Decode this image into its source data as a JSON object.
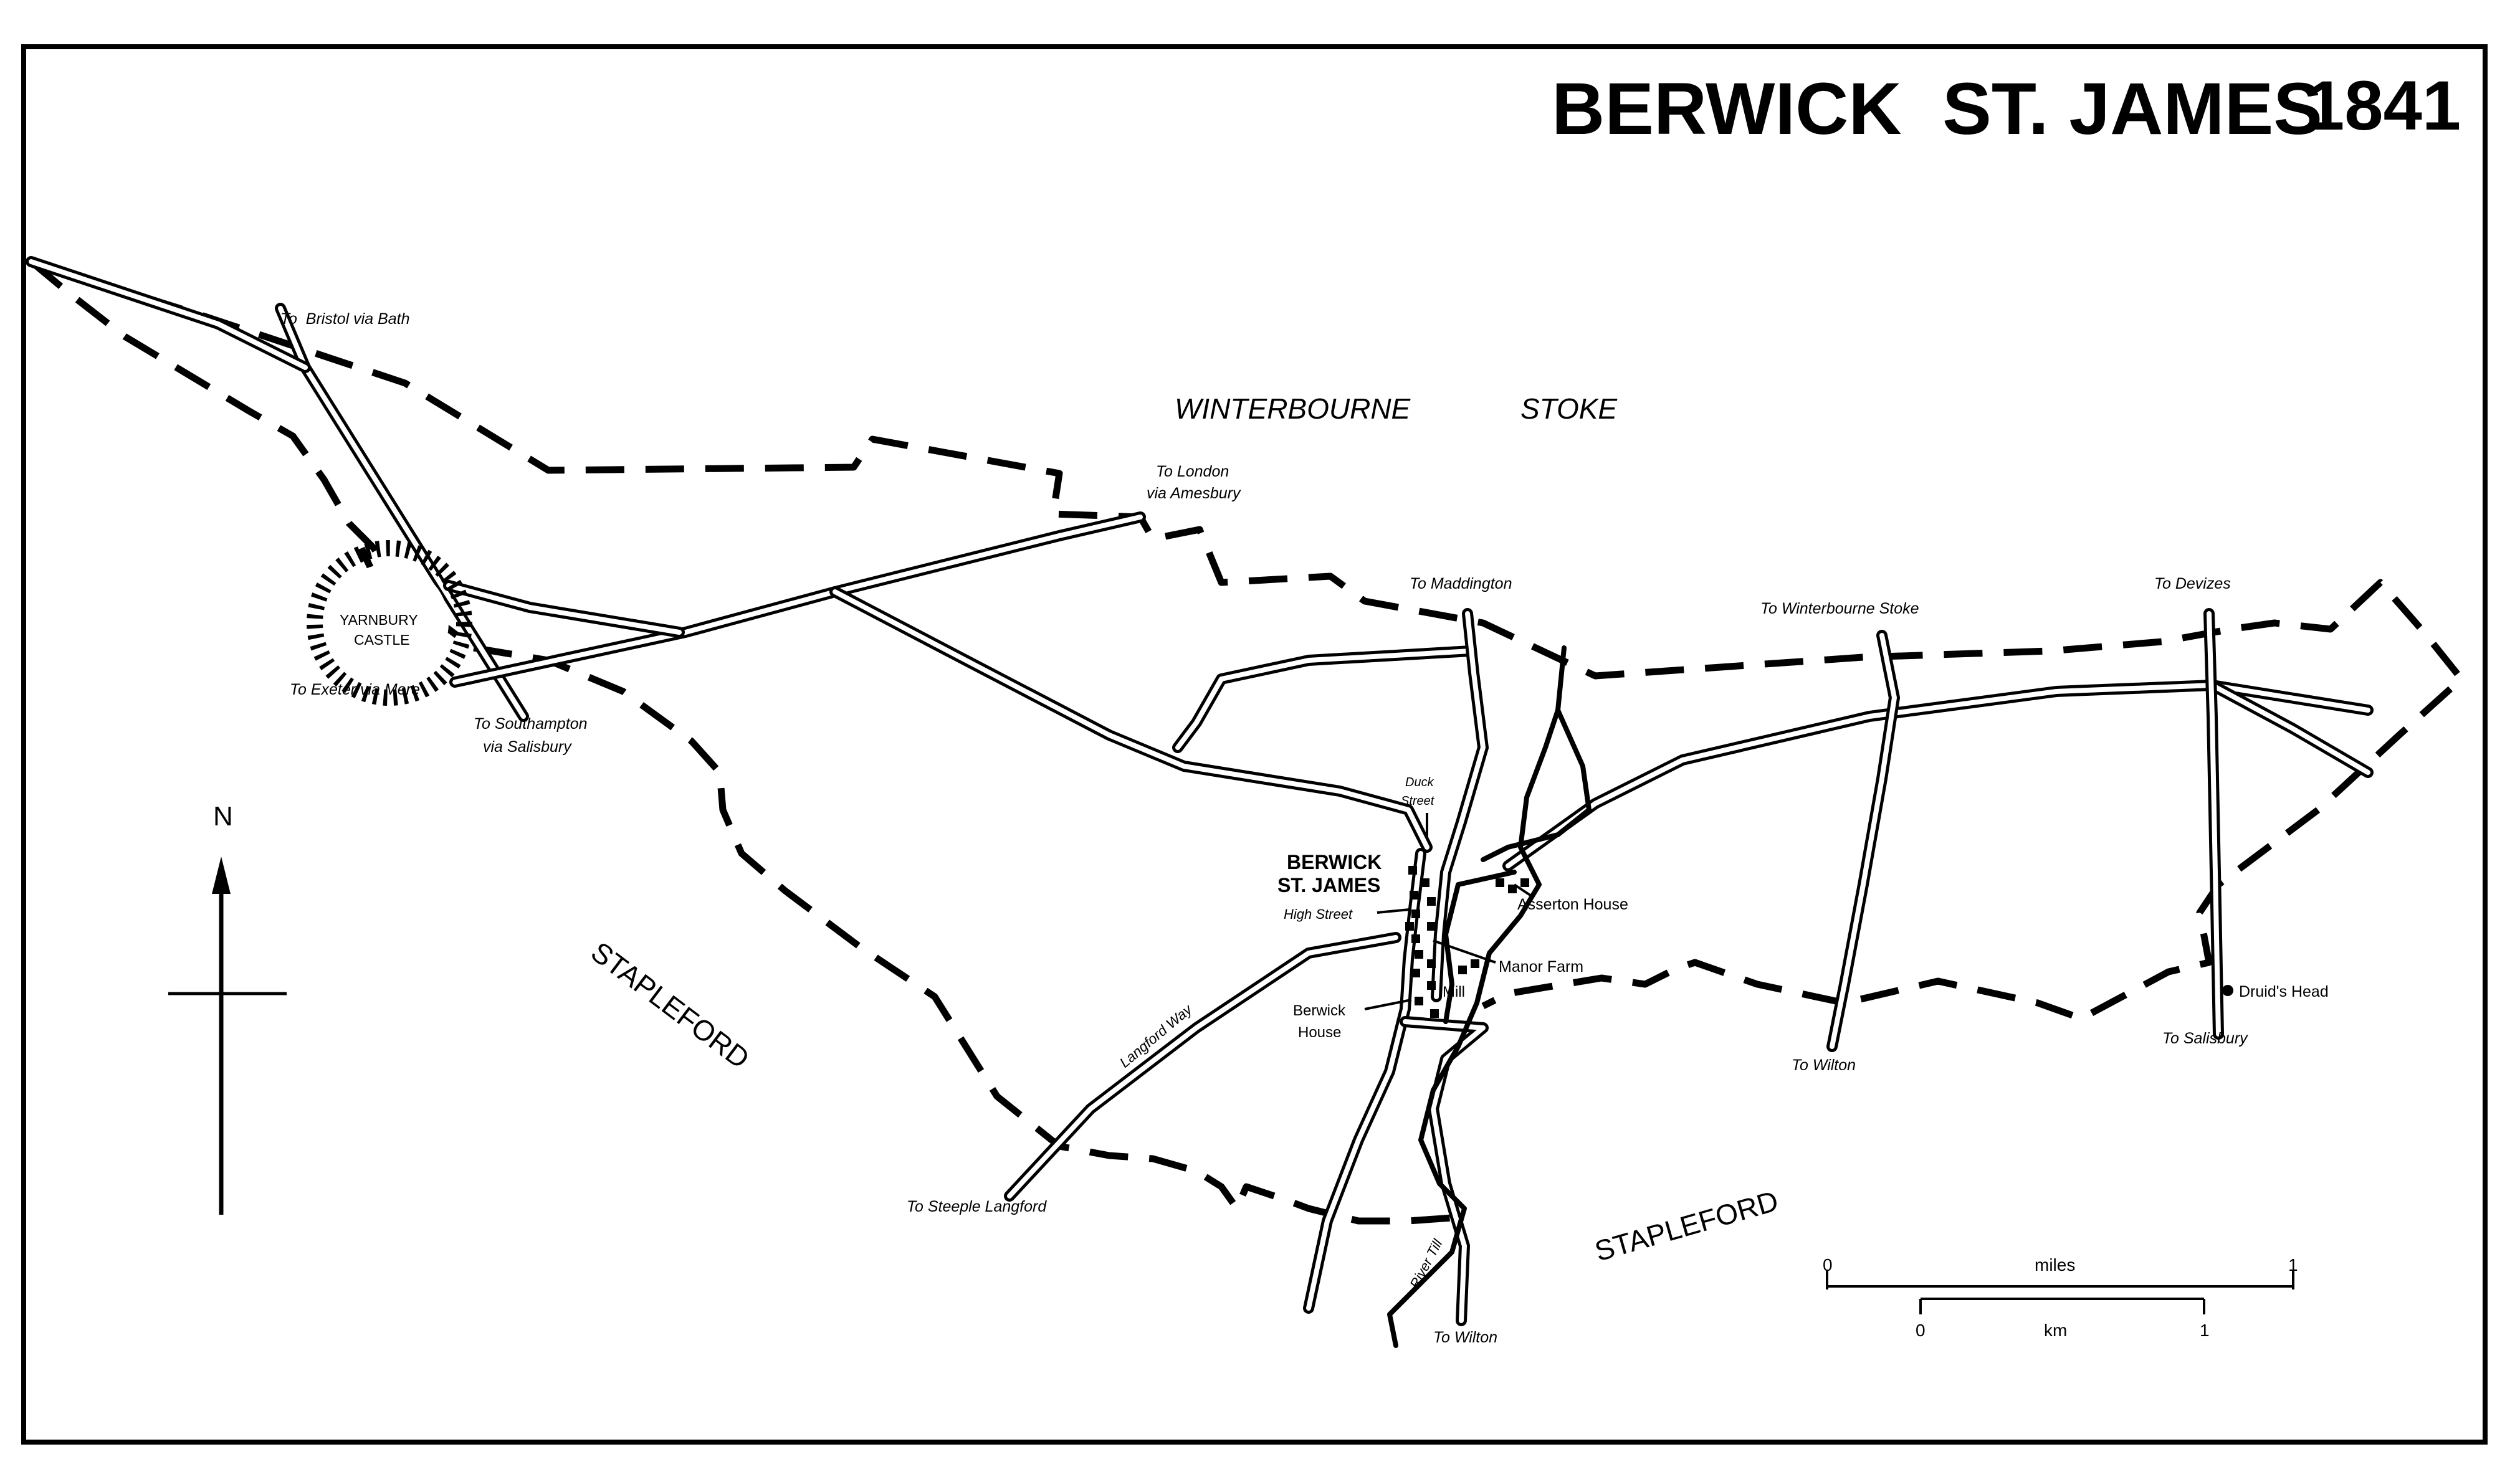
{
  "map": {
    "title": "BERWICK  ST. JAMES",
    "year": "1841",
    "north_label": "N",
    "parishes": {
      "winterbourne": "WINTERBOURNE",
      "stoke": "STOKE",
      "stapleford_west": "STAPLEFORD",
      "stapleford_south": "STAPLEFORD"
    },
    "village": {
      "line1": "BERWICK",
      "line2": "ST. JAMES"
    },
    "castle": {
      "line1": "YARNBURY",
      "line2": "CASTLE"
    },
    "roads": {
      "bristol": "To  Bristol via Bath",
      "london_1": "To London",
      "london_2": "via Amesbury",
      "exeter": "To Exeter via Mere",
      "southampton_1": "To Southampton",
      "southampton_2": "via Salisbury",
      "maddington": "To Maddington",
      "winterbourne_stoke": "To Winterbourne Stoke",
      "devizes": "To Devizes",
      "wilton_east": "To Wilton",
      "salisbury": "To Salisbury",
      "steeple_langford": "To Steeple Langford",
      "wilton_south": "To Wilton",
      "langford_way": "Langford Way"
    },
    "places": {
      "duck_street_1": "Duck",
      "duck_street_2": "Street",
      "high_street": "High Street",
      "asserton_house": "Asserton House",
      "manor_farm": "Manor Farm",
      "mill": "Mill",
      "berwick_house_1": "Berwick",
      "berwick_house_2": "House",
      "druids_head": "Druid's Head",
      "river_till": "River Till"
    },
    "scale": {
      "miles_label": "miles",
      "miles_zero": "0",
      "miles_one": "1",
      "km_label": "km",
      "km_zero": "0",
      "km_one": "1"
    }
  }
}
